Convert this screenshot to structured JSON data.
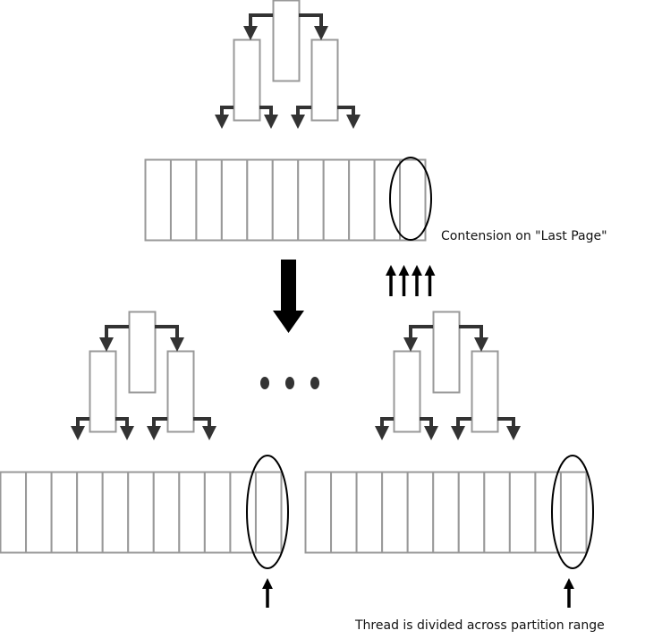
{
  "labels": {
    "contention": "Contension on \"Last Page\"",
    "thread_divided": "Thread is divided across partition range"
  },
  "colors": {
    "node_stroke": "#999999",
    "arrow": "#333333",
    "highlight": "#000000"
  },
  "structure": {
    "pages_per_index": 11,
    "top_index_concurrent_inserts": 4,
    "partition_inserts": 1,
    "ellipsis_dots": 3
  }
}
